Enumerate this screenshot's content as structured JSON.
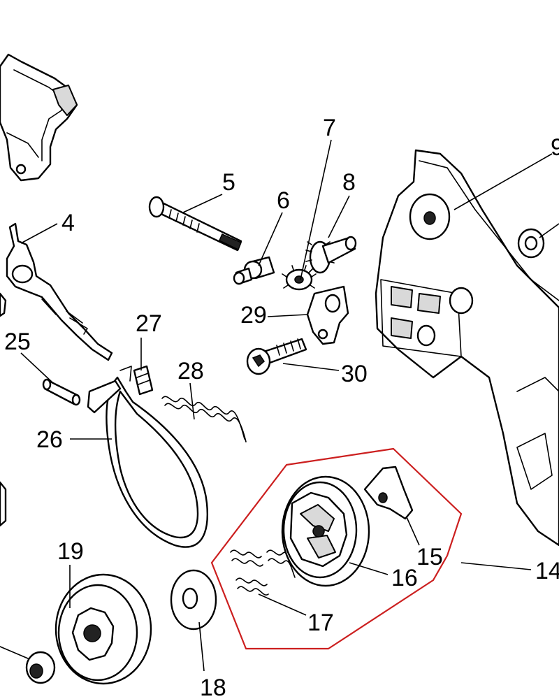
{
  "diagram": {
    "outline_color": "#cc1f1f",
    "line_color": "#000000",
    "callouts": [
      {
        "id": "c4",
        "label": "4"
      },
      {
        "id": "c5",
        "label": "5"
      },
      {
        "id": "c6",
        "label": "6"
      },
      {
        "id": "c7",
        "label": "7"
      },
      {
        "id": "c8",
        "label": "8"
      },
      {
        "id": "c9",
        "label": "9"
      },
      {
        "id": "c14",
        "label": "14"
      },
      {
        "id": "c15",
        "label": "15"
      },
      {
        "id": "c16",
        "label": "16"
      },
      {
        "id": "c17",
        "label": "17"
      },
      {
        "id": "c18",
        "label": "18"
      },
      {
        "id": "c19",
        "label": "19"
      },
      {
        "id": "c25",
        "label": "25"
      },
      {
        "id": "c26",
        "label": "26"
      },
      {
        "id": "c27",
        "label": "27"
      },
      {
        "id": "c28",
        "label": "28"
      },
      {
        "id": "c29",
        "label": "29"
      },
      {
        "id": "c30",
        "label": "30"
      }
    ]
  }
}
